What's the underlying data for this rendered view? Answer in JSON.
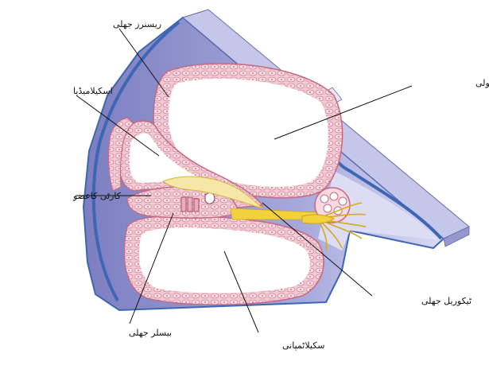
{
  "labels": {
    "reissner_membrane": "ریسنرز جھلی",
    "scala_media": "اسکیلامیڈیا",
    "scala_vestibuli": "اسکیلاویسٹیبولی",
    "organ_of_corti": "کارٹی کاعضو",
    "tectorial_membrane": "ٹیکوریل جھلی",
    "basilar_membrane": "بیسلر جھلی",
    "scala_tympani": "سکیلاٹمپانی"
  },
  "colors": {
    "bone_outer": "#8d8fc9",
    "bone_inner": "#c9cbee",
    "bone_edge": "#3d66b4",
    "tissue_fill": "#f3c9d4",
    "tissue_stroke": "#c46a84",
    "cavity": "#ffffff",
    "nerve": "#f2d13a",
    "leader": "#111111"
  }
}
